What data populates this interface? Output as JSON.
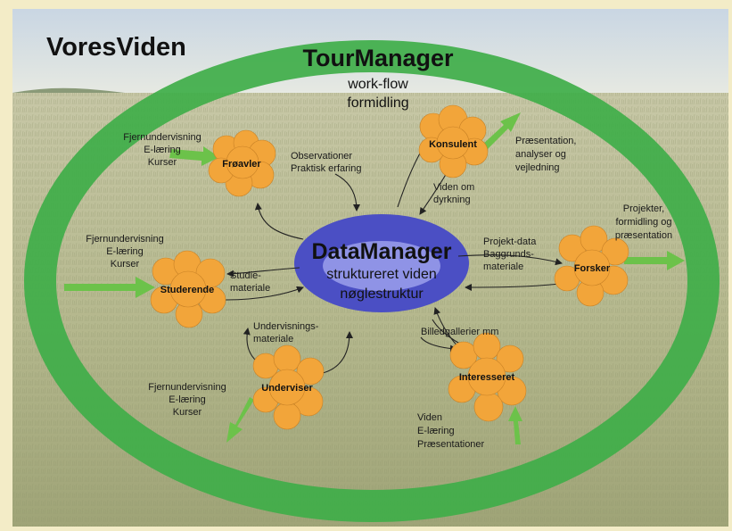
{
  "title": "VoresViden",
  "outer_ring": {
    "title": "TourManager",
    "subtitle_lines": [
      "work-flow",
      "formidling"
    ]
  },
  "center": {
    "title": "DataManager",
    "subtitle_lines": [
      "struktureret viden",
      "nøglestruktur"
    ]
  },
  "nodes": {
    "froavler": "Frøavler",
    "konsulent": "Konsulent",
    "studerende": "Studerende",
    "forsker": "Forsker",
    "underviser": "Underviser",
    "interesseret": "Interesseret"
  },
  "labels": {
    "froavler_in": [
      "Fjernundervisning",
      "E-læring",
      "Kurser"
    ],
    "froavler_to_center": [
      "Observationer",
      "Praktisk erfaring"
    ],
    "konsulent_out": [
      "Præsentation,",
      "analyser og",
      "vejledning"
    ],
    "konsulent_from_center": [
      "Viden om",
      "dyrkning"
    ],
    "studerende_in": [
      "Fjernundervisning",
      "E-læring",
      "Kurser"
    ],
    "studerende_from_center": [
      "Studie-",
      "materiale"
    ],
    "forsker_out": [
      "Projekter,",
      "formidling og",
      "præsentation"
    ],
    "forsker_to_center": [
      "Projekt-data",
      "Baggrunds-",
      "materiale"
    ],
    "underviser_to_center": [
      "Undervisnings-",
      "materiale"
    ],
    "underviser_out": [
      "Fjernundervisning",
      "E-læring",
      "Kurser"
    ],
    "interesseret_from_center": [
      "Billedgallerier mm"
    ],
    "interesseret_in": [
      "Viden",
      "E-læring",
      "Præsentationer"
    ]
  },
  "colors": {
    "ring": "#3fae49",
    "center_ring": "#4b4fc4",
    "node": "#f2a53a",
    "arrow_green": "#6cc24a",
    "background_frame": "#f3ecc7"
  }
}
